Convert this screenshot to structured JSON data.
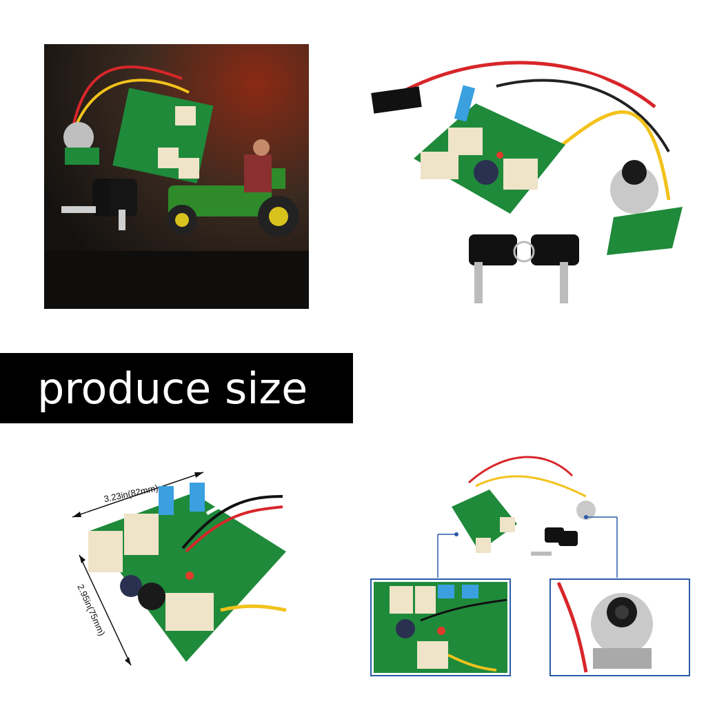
{
  "banner": {
    "text": "produce size"
  },
  "dimensions": {
    "width_label": "3.23in(82mm)",
    "height_label": "2.95in(75mm)"
  },
  "colors": {
    "pcb_green": "#1f8a3a",
    "relay_cream": "#efe3c8",
    "fuse_blue": "#3aa0e0",
    "wire_red": "#d8262a",
    "wire_yellow": "#f2c21c",
    "callout_blue": "#2a5aa8",
    "banner_bg": "#000000"
  }
}
